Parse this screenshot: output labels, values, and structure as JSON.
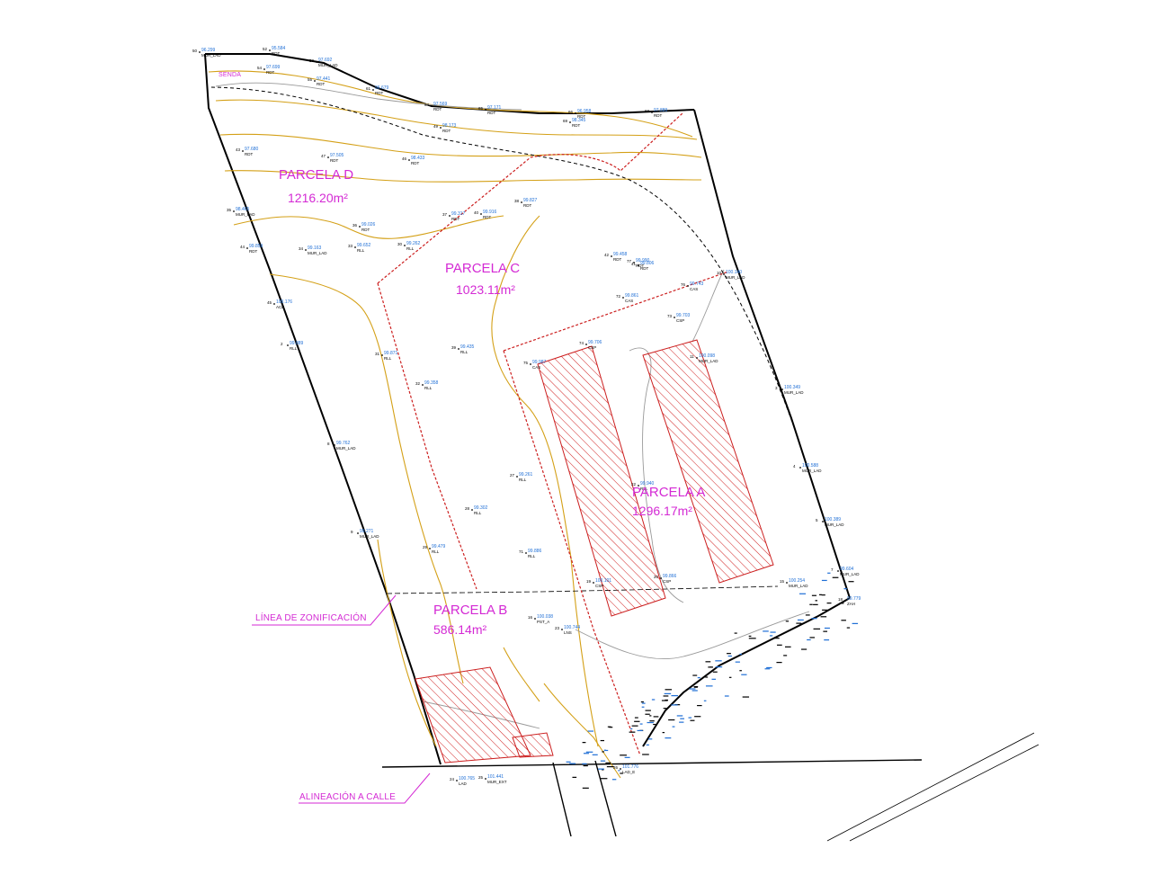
{
  "colors": {
    "boundary": "#000000",
    "contour": "#d4a017",
    "parcel_line": "#cc1f1f",
    "hatch": "#d02020",
    "label": "#d42ad4",
    "elevation": "#1f6fd6",
    "code": "#000000",
    "path": "#9a9a9a"
  },
  "parcels": [
    {
      "id": "D",
      "name": "PARCELA D",
      "area": "1216.20m²"
    },
    {
      "id": "C",
      "name": "PARCELA C",
      "area": "1023.11m²"
    },
    {
      "id": "A",
      "name": "PARCELA A",
      "area": "1296.17m²"
    },
    {
      "id": "B",
      "name": "PARCELA B",
      "area": "586.14m²"
    }
  ],
  "annotations": {
    "senda": "SENDA",
    "zonificacion": "LÍNEA DE ZONIFICACIÓN",
    "alineacion": "ALINEACIÓN A CALLE"
  },
  "survey_points": [
    {
      "n": "50",
      "elev": "96.299",
      "code": "MUR_LAD"
    },
    {
      "n": "52",
      "elev": "95.584",
      "code": "RDT"
    },
    {
      "n": "53",
      "elev": "97.692",
      "code": "MUR_LAD"
    },
    {
      "n": "54",
      "elev": "97.699",
      "code": "RDT"
    },
    {
      "n": "55",
      "elev": "97.441",
      "code": "RDT"
    },
    {
      "n": "61",
      "elev": "96.679",
      "code": "RDT"
    },
    {
      "n": "64",
      "elev": "97.569",
      "code": "RDT"
    },
    {
      "n": "65",
      "elev": "97.171",
      "code": "RDT"
    },
    {
      "n": "66",
      "elev": "96.958",
      "code": "RDT"
    },
    {
      "n": "68",
      "elev": "97.889",
      "code": "RDT"
    },
    {
      "n": "69",
      "elev": "98.345",
      "code": "RDT"
    },
    {
      "n": "43",
      "elev": "97.680",
      "code": "RDT"
    },
    {
      "n": "47",
      "elev": "97.505",
      "code": "RDT"
    },
    {
      "n": "46",
      "elev": "98.433",
      "code": "RDT"
    },
    {
      "n": "49",
      "elev": "98.173",
      "code": "RDT"
    },
    {
      "n": "35",
      "elev": "98.465",
      "code": "MUR_LAD"
    },
    {
      "n": "36",
      "elev": "99.026",
      "code": "RDT"
    },
    {
      "n": "37",
      "elev": "99.317",
      "code": "RDT"
    },
    {
      "n": "38",
      "elev": "99.827",
      "code": "RDT"
    },
    {
      "n": "40",
      "elev": "99.916",
      "code": "RDT"
    },
    {
      "n": "42",
      "elev": "99.458",
      "code": "RDT"
    },
    {
      "n": "41",
      "elev": "99.806",
      "code": "RDT"
    },
    {
      "n": "44",
      "elev": "99.859",
      "code": "RDT"
    },
    {
      "n": "45",
      "elev": "100.176",
      "code": "ACE"
    },
    {
      "n": "34",
      "elev": "99.163",
      "code": "MUR_LAD"
    },
    {
      "n": "33",
      "elev": "99.652",
      "code": "RLL"
    },
    {
      "n": "30",
      "elev": "99.262",
      "code": "RLL"
    },
    {
      "n": "31",
      "elev": "99.871",
      "code": "RLL"
    },
    {
      "n": "32",
      "elev": "99.358",
      "code": "RLL"
    },
    {
      "n": "39",
      "elev": "99.435",
      "code": "RLL"
    },
    {
      "n": "27",
      "elev": "99.261",
      "code": "RLL"
    },
    {
      "n": "28",
      "elev": "99.302",
      "code": "RLL"
    },
    {
      "n": "29",
      "elev": "99.479",
      "code": "RLL"
    },
    {
      "n": "71",
      "elev": "99.886",
      "code": "RLL"
    },
    {
      "n": "72",
      "elev": "99.861",
      "code": "CAS"
    },
    {
      "n": "73",
      "elev": "99.703",
      "code": "CSP"
    },
    {
      "n": "74",
      "elev": "99.706",
      "code": "CSP"
    },
    {
      "n": "75",
      "elev": "99.987",
      "code": "CAS"
    },
    {
      "n": "76",
      "elev": "99.743",
      "code": "CAS"
    },
    {
      "n": "77",
      "elev": "99.990",
      "code": "RDT"
    },
    {
      "n": "10",
      "elev": "100.140",
      "code": "MUR_LAD"
    },
    {
      "n": "11",
      "elev": "100.098",
      "code": "MUR_LAD"
    },
    {
      "n": "3",
      "elev": "100.349",
      "code": "MUR_LAD"
    },
    {
      "n": "4",
      "elev": "100.588",
      "code": "MUR_LAD"
    },
    {
      "n": "5",
      "elev": "100.389",
      "code": "MUR_LAD"
    },
    {
      "n": "7",
      "elev": "99.604",
      "code": "MUR_LAD"
    },
    {
      "n": "8",
      "elev": "99.762",
      "code": "MUR_LAD"
    },
    {
      "n": "9",
      "elev": "99.271",
      "code": "MUR_LAD"
    },
    {
      "n": "2",
      "elev": "99.889",
      "code": "RLL"
    },
    {
      "n": "16",
      "elev": "100.038",
      "code": "PST_A"
    },
    {
      "n": "15",
      "elev": "100.254",
      "code": "MUR_LAD"
    },
    {
      "n": "18",
      "elev": "99.779",
      "code": "ZAH"
    },
    {
      "n": "19",
      "elev": "100.101",
      "code": "CSP"
    },
    {
      "n": "20",
      "elev": "99.866",
      "code": "CSP"
    },
    {
      "n": "22",
      "elev": "99.940",
      "code": "RLL"
    },
    {
      "n": "23",
      "elev": "100.744",
      "code": "LNS"
    },
    {
      "n": "24",
      "elev": "100.765",
      "code": "LAD"
    },
    {
      "n": "25",
      "elev": "101.441",
      "code": "MUR_EXT"
    },
    {
      "n": "26",
      "elev": "101.776",
      "code": "LAD_E"
    }
  ]
}
